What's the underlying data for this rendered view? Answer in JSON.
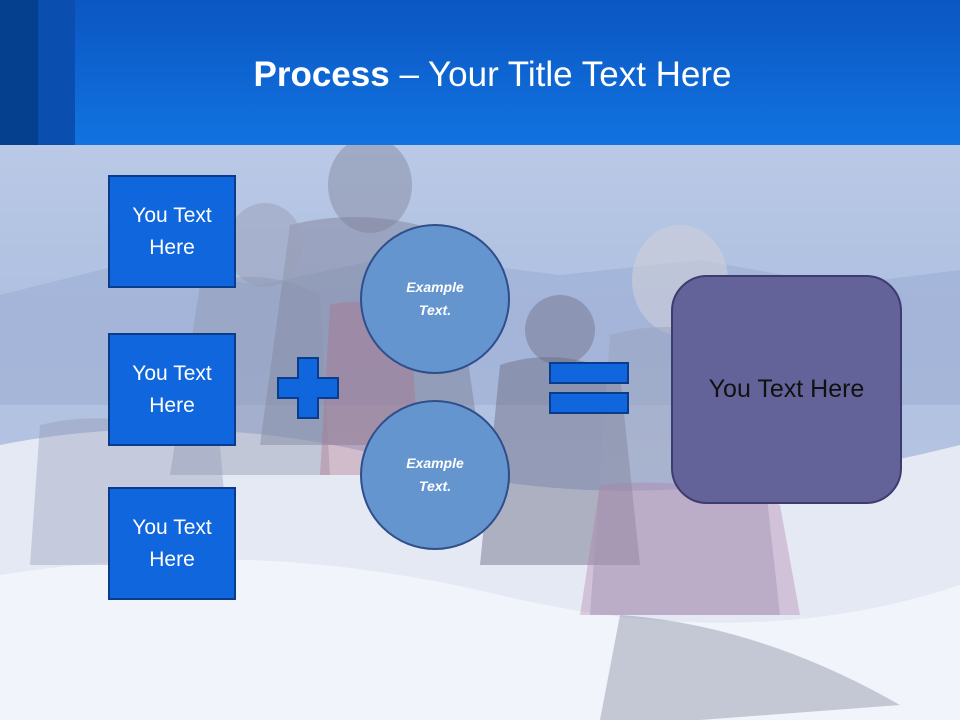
{
  "title": {
    "bold": "Process",
    "rest": " – Your Title Text Here"
  },
  "boxes": [
    "You Text Here",
    "You Text Here",
    "You Text Here"
  ],
  "circles": [
    "Example Text.",
    "Example Text."
  ],
  "result": "You Text Here",
  "colors": {
    "header": "#0b56c2",
    "box": "#1066dc",
    "circle": "#6595cf",
    "result": "#63639a",
    "operator": "#1066dc"
  }
}
